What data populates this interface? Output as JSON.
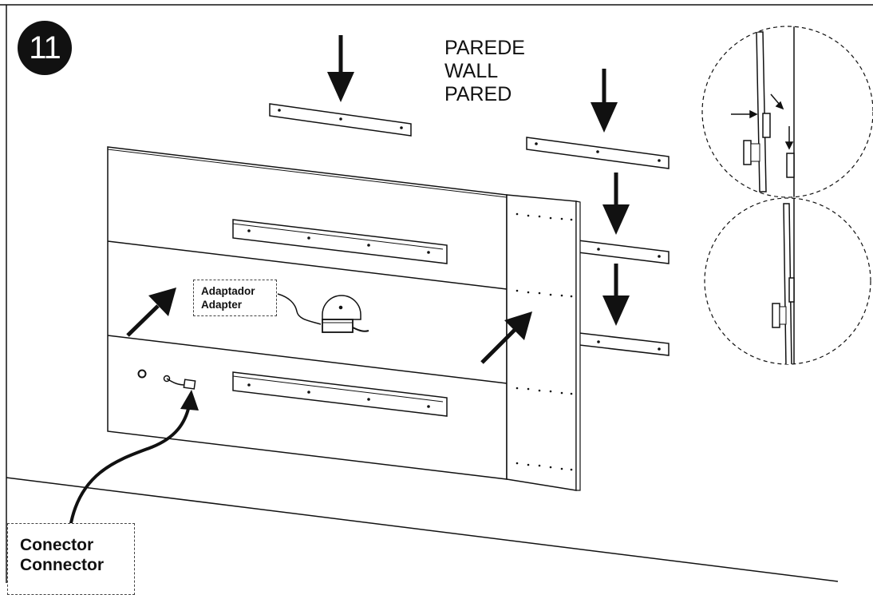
{
  "step": {
    "number": "11"
  },
  "labels": {
    "wall_lines": [
      "PAREDE",
      "WALL",
      "PARED"
    ],
    "adapter_lines": [
      "Adaptador",
      "Adapter"
    ],
    "connector_lines": [
      "Conector",
      "Connector"
    ]
  },
  "colors": {
    "ink": "#111111",
    "paper": "#ffffff",
    "dash": "#444444"
  }
}
